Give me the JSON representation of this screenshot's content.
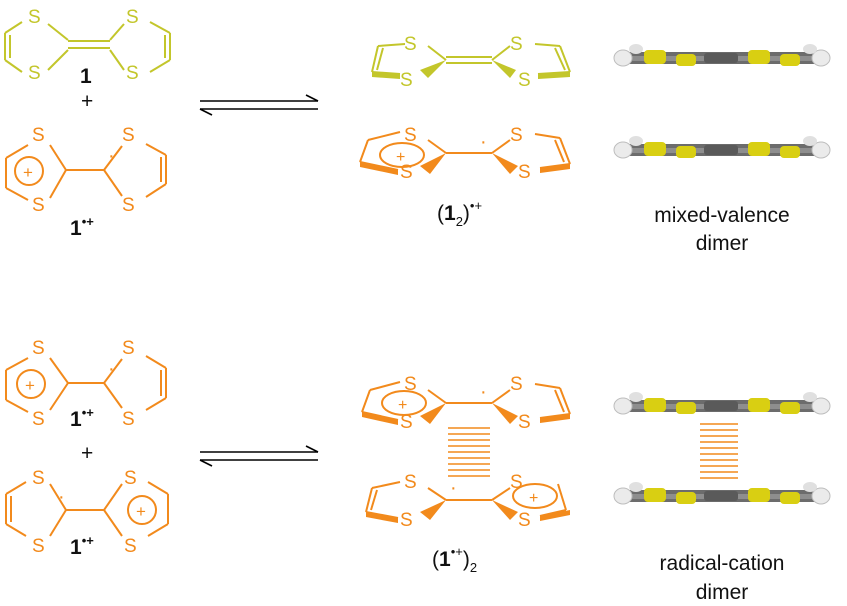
{
  "colors": {
    "neutral": "#c3c62b",
    "cation": "#f28a1c",
    "text": "#111111",
    "arrow": "#000000",
    "model_sulfur": "#e2d81a",
    "model_carbon": "#707070",
    "model_hydrogen": "#e8e8e8"
  },
  "atom_symbol": "S",
  "radical_dot": "·",
  "plus_sign": "+",
  "top": {
    "left_label_neutral": "1",
    "plus": "+",
    "left_label_radical_main": "1",
    "left_label_radical_sup": "•+",
    "product_label_open": "(",
    "product_label_num": "1",
    "product_label_sub": "2",
    "product_label_close": ")",
    "product_label_sup": "•+",
    "caption_line1": "mixed-valence",
    "caption_line2": "dimer"
  },
  "bottom": {
    "label1_main": "1",
    "label1_sup": "•+",
    "plus": "+",
    "label2_main": "1",
    "label2_sup": "•+",
    "product_label_open": "(",
    "product_label_num": "1",
    "product_label_sup": "•+",
    "product_label_close": ")",
    "product_label_sub": "2",
    "caption_line1": "radical-cation",
    "caption_line2": "dimer"
  }
}
